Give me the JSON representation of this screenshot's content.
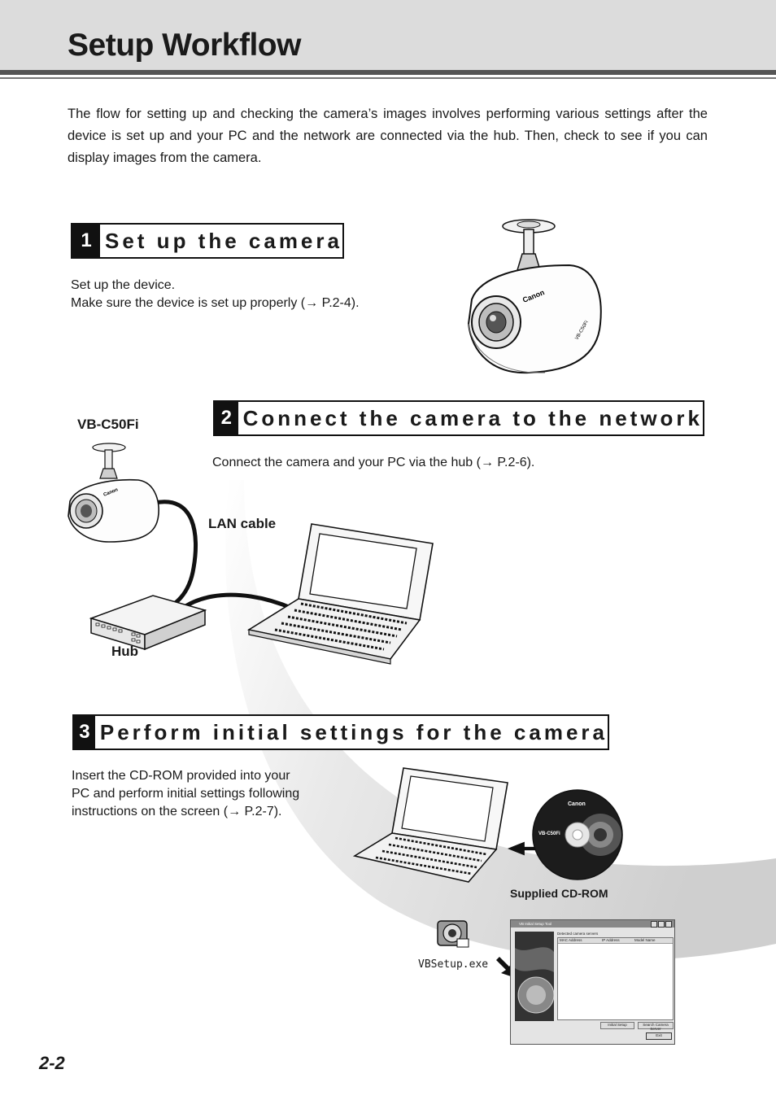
{
  "header": {
    "title": "Setup Workflow"
  },
  "intro": "The flow for setting up and checking the camera’s images involves performing various settings after the device is set up and your PC and the network are connected via the hub. Then, check to see if you can display images from the camera.",
  "steps": [
    {
      "number": "1",
      "title": "Set up the camera",
      "desc_line1": "Set up the device.",
      "desc_line2": "Make sure the device is set up properly (→ P.2-4)."
    },
    {
      "number": "2",
      "title": "Connect the camera to the network",
      "desc_line1": "Connect the camera and your PC via the hub (→ P.2-6)."
    },
    {
      "number": "3",
      "title": "Perform initial settings for the camera",
      "desc_line1": "Insert the CD-ROM provided into your",
      "desc_line2": "PC and perform initial settings following",
      "desc_line3": "instructions on the screen (→ P.2-7)."
    }
  ],
  "labels": {
    "camera_model": "VB-C50Fi",
    "lan_cable": "LAN cable",
    "hub": "Hub",
    "cdrom": "Supplied CD-ROM",
    "setup_exe": "VBSetup.exe"
  },
  "logos": {
    "brand": "Canon",
    "cd_model": "VB-C50Fi",
    "cam_model": "VB-C50Fi"
  },
  "setup_window": {
    "title": "VB Initial Setup Tool",
    "list_caption": "Detected camera servers",
    "columns": [
      "MAC Address",
      "IP Address",
      "Model Name"
    ],
    "buttons": [
      "Initial Setup",
      "Search Camera Server"
    ],
    "exit_label": "Exit"
  },
  "page_number": "2-2",
  "colors": {
    "header_band": "#dcdcdc",
    "rule": "#555555",
    "swoosh": "#d8d8d8",
    "ink": "#111111"
  }
}
